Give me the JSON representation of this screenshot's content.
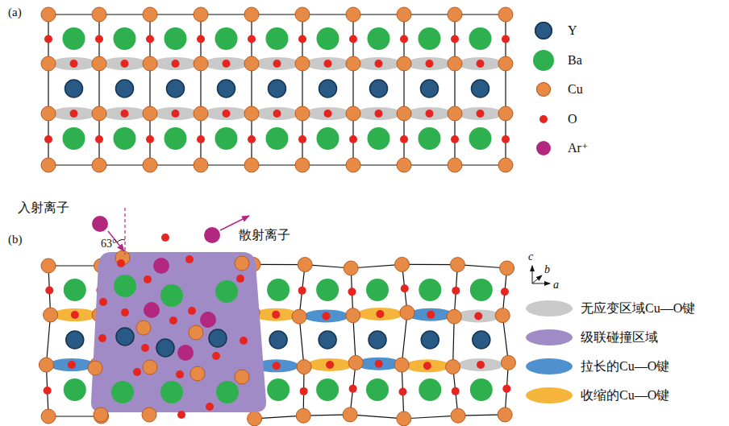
{
  "diagram": {
    "labels": [
      "(a)",
      "(b)",
      "入射离子",
      "63°",
      "散射离子",
      "c",
      "b",
      "a"
    ],
    "legend": [
      {
        "text": "Y",
        "color": "#285a85"
      },
      {
        "text": "Ba",
        "color": "#2fb04e"
      },
      {
        "text": "Cu",
        "color": "#e68a45"
      },
      {
        "text": "O",
        "color": "#e52520"
      },
      {
        "text": "Ar⁺",
        "color": "#b3287f"
      },
      {
        "text": "无应变区域Cu—O键",
        "color": "#c9c9c9"
      },
      {
        "text": "级联碰撞区域",
        "color": "#a18bc6"
      },
      {
        "text": "拉长的Cu—O键",
        "color": "#4f90cf"
      },
      {
        "text": "收缩的Cu—O键",
        "color": "#f4b53a"
      }
    ]
  }
}
